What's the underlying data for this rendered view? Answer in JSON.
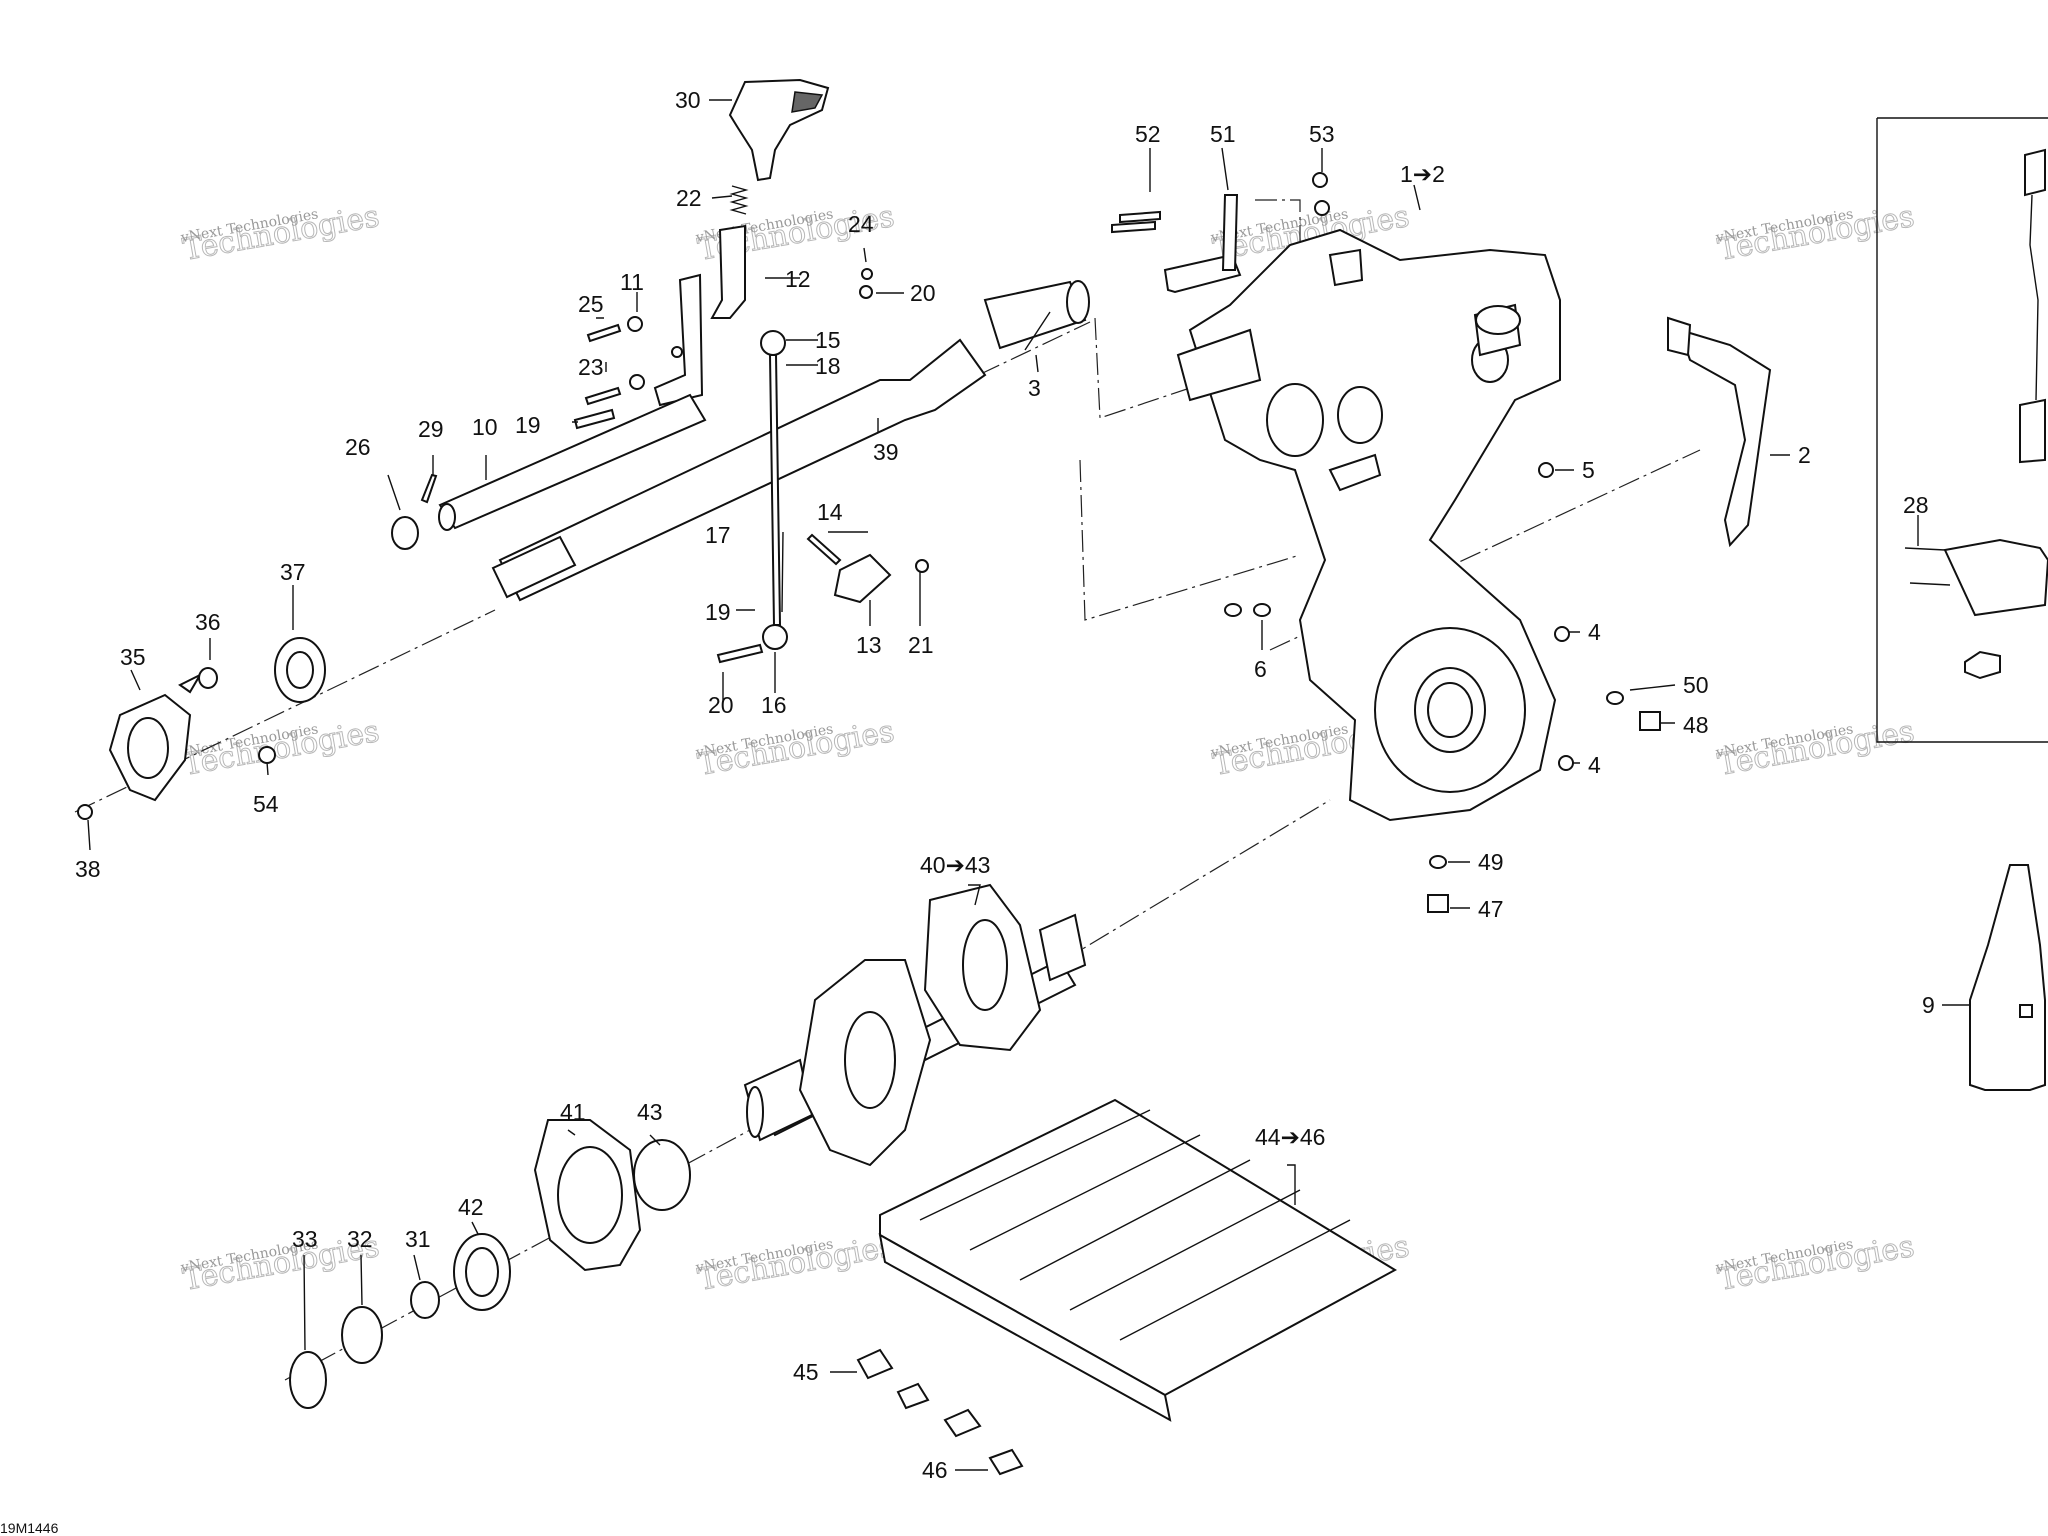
{
  "diagram": {
    "reference_code": "19M1446",
    "watermark": {
      "line1": "vNext Technologies",
      "line2": "Technologies"
    },
    "callouts": [
      {
        "id": "c30",
        "text": "30"
      },
      {
        "id": "c22",
        "text": "22"
      },
      {
        "id": "c24",
        "text": "24"
      },
      {
        "id": "c12",
        "text": "12"
      },
      {
        "id": "c20a",
        "text": "20"
      },
      {
        "id": "c25",
        "text": "25"
      },
      {
        "id": "c11",
        "text": "11"
      },
      {
        "id": "c15",
        "text": "15"
      },
      {
        "id": "c23",
        "text": "23"
      },
      {
        "id": "c18",
        "text": "18"
      },
      {
        "id": "c19a",
        "text": "19"
      },
      {
        "id": "c29",
        "text": "29"
      },
      {
        "id": "c10",
        "text": "10"
      },
      {
        "id": "c26",
        "text": "26"
      },
      {
        "id": "c3",
        "text": "3"
      },
      {
        "id": "c39",
        "text": "39"
      },
      {
        "id": "c14",
        "text": "14"
      },
      {
        "id": "c17",
        "text": "17"
      },
      {
        "id": "c37",
        "text": "37"
      },
      {
        "id": "c36",
        "text": "36"
      },
      {
        "id": "c35",
        "text": "35"
      },
      {
        "id": "c19b",
        "text": "19"
      },
      {
        "id": "c13",
        "text": "13"
      },
      {
        "id": "c21",
        "text": "21"
      },
      {
        "id": "c20b",
        "text": "20"
      },
      {
        "id": "c16",
        "text": "16"
      },
      {
        "id": "c54",
        "text": "54"
      },
      {
        "id": "c38",
        "text": "38"
      },
      {
        "id": "c52",
        "text": "52"
      },
      {
        "id": "c51",
        "text": "51"
      },
      {
        "id": "c53",
        "text": "53"
      },
      {
        "id": "c1_2",
        "text": "1➔2"
      },
      {
        "id": "c5",
        "text": "5"
      },
      {
        "id": "c2",
        "text": "2"
      },
      {
        "id": "c28",
        "text": "28"
      },
      {
        "id": "c6",
        "text": "6"
      },
      {
        "id": "c4a",
        "text": "4"
      },
      {
        "id": "c50",
        "text": "50"
      },
      {
        "id": "c48",
        "text": "48"
      },
      {
        "id": "c4b",
        "text": "4"
      },
      {
        "id": "c49",
        "text": "49"
      },
      {
        "id": "c47",
        "text": "47"
      },
      {
        "id": "c40_43",
        "text": "40➔43"
      },
      {
        "id": "c9",
        "text": "9"
      },
      {
        "id": "c41",
        "text": "41"
      },
      {
        "id": "c43",
        "text": "43"
      },
      {
        "id": "c44_46",
        "text": "44➔46"
      },
      {
        "id": "c42",
        "text": "42"
      },
      {
        "id": "c33",
        "text": "33"
      },
      {
        "id": "c32",
        "text": "32"
      },
      {
        "id": "c31",
        "text": "31"
      },
      {
        "id": "c45",
        "text": "45"
      },
      {
        "id": "c46",
        "text": "46"
      }
    ]
  }
}
